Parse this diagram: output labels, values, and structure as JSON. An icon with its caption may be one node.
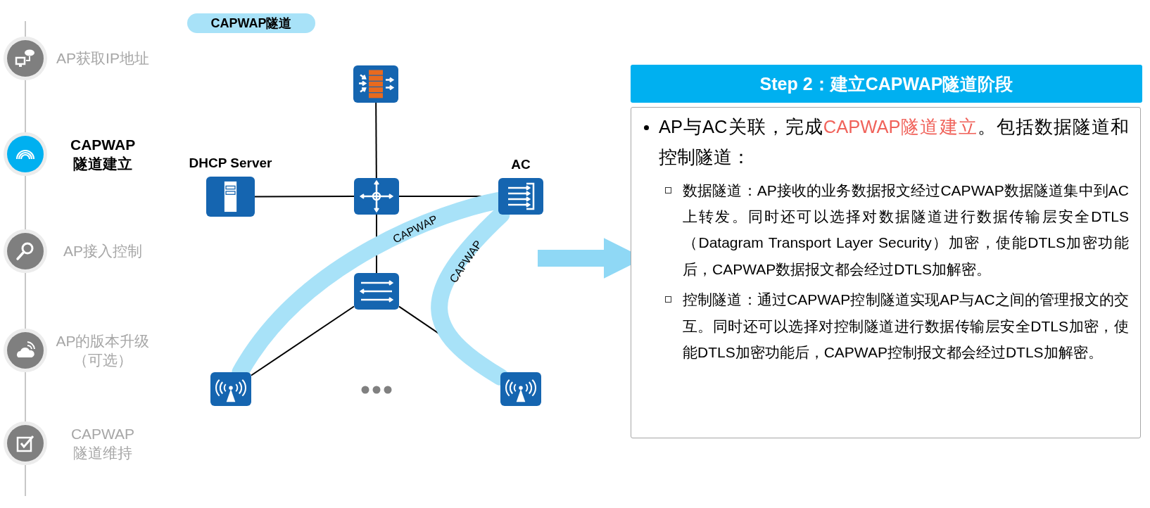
{
  "diagram": {
    "nodes": [
      {
        "text": [],
        "shape": "circle",
        "beside": [
          "AP获取IP地址"
        ]
      },
      {
        "text": [],
        "shape": "circle",
        "beside": [
          "CAPWAP隧道建立"
        ]
      },
      {
        "text": [],
        "shape": "circle",
        "beside": [
          "AP接入控制"
        ]
      },
      {
        "text": [],
        "shape": "circle",
        "beside": [
          "AP的版本升级（可选）"
        ]
      },
      {
        "text": [],
        "shape": "circle",
        "beside": [
          "CAPWAP隧道维持"
        ]
      },
      {
        "text": [],
        "shape": "box"
      },
      {
        "text": [
          "DHCP Server"
        ]
      },
      {
        "text": [],
        "shape": "box"
      },
      {
        "text": [
          "AC"
        ]
      },
      {
        "text": [],
        "shape": "box"
      },
      {
        "text": [],
        "shape": "box"
      },
      {
        "text": [],
        "shape": "box"
      },
      {
        "text": [
          "Step 2：建立CAPWAP隧道阶段"
        ]
      },
      {
        "text": [
          "AP与AC关联，完成**CAPWAP隧道建立**。包括数据隧道和控制隧道：",
          "数据隧道：AP接收的业务数据报文经过CAPWAP数据隧道集中到AC上转发。同时还可以选择对数据隧道进行数据传输层安全DTLS（Datagram Transport Layer Security）加密，使能DTLS加密功能后，CAPWAP数据报文都会经过DTLS加解密。",
          "控制隧道：通过CAPWAP控制隧道实现AP与AC之间的管理报文的交互。同时还可以选择对控制隧道进行数据传输层安全DTLS加密，使能DTLS加密功能后，CAPWAP控制报文都会经过DTLS加解密。"
        ]
      }
    ],
    "edges": [
      {
        "from": 0,
        "to": 1,
        "arrow": "none",
        "color": "#c8c8c8"
      },
      {
        "from": 1,
        "to": 2,
        "arrow": "none",
        "color": "#c8c8c8"
      },
      {
        "from": 2,
        "to": 3,
        "arrow": "none",
        "color": "#c8c8c8"
      },
      {
        "from": 3,
        "to": 4,
        "arrow": "none",
        "color": "#c8c8c8"
      },
      {
        "from": 5,
        "to": 7,
        "arrow": "none"
      },
      {
        "from": 6,
        "to": 7,
        "arrow": "none"
      },
      {
        "from": 7,
        "to": 8,
        "arrow": "none"
      },
      {
        "from": 7,
        "to": 9,
        "arrow": "none"
      },
      {
        "from": 9,
        "to": 10,
        "arrow": "none"
      },
      {
        "from": 9,
        "to": 11,
        "arrow": "none"
      },
      {
        "from": 8,
        "to": 10,
        "arrow": "none",
        "label": "CAPWAP",
        "style": "thick",
        "color": "#a8e2f8"
      },
      {
        "from": 8,
        "to": 11,
        "arrow": "none",
        "label": "CAPWAP",
        "style": "thick",
        "color": "#a8e2f8"
      },
      {
        "from": null,
        "to": 13,
        "arrow": "to",
        "style": "thick",
        "color": "#8fd8f5"
      }
    ],
    "legend": [
      {
        "text": "CAPWAP隧道",
        "color": "#a8e2f8"
      }
    ]
  }
}
